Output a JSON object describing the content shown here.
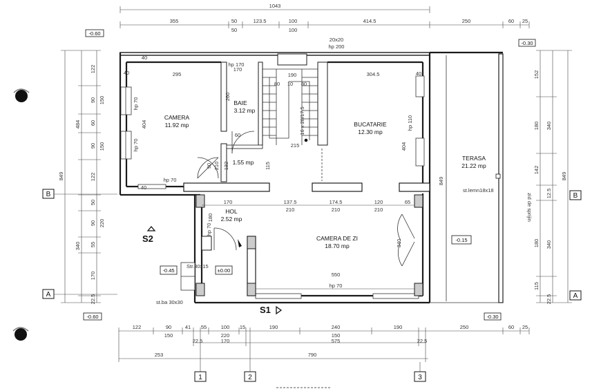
{
  "top_dims": {
    "total": "1043",
    "row1": [
      "355",
      "50",
      "123.5",
      "100",
      "414.5",
      "250",
      "60",
      "25"
    ],
    "row1b": [
      "50",
      "100"
    ]
  },
  "bottom_dims": {
    "row1": [
      "122",
      "90",
      "41",
      "55",
      "100",
      "15",
      "190",
      "240",
      "190",
      "250",
      "60",
      "25"
    ],
    "row1b": [
      "150",
      "220",
      "150"
    ],
    "row2": [
      "22.5",
      "170",
      "575",
      "22.5"
    ],
    "row3": [
      "253",
      "790"
    ]
  },
  "left_dims": {
    "total": "849",
    "outer": "484",
    "inner": [
      "122",
      "90",
      "60",
      "90",
      "122",
      "50",
      "90",
      "55",
      "170",
      "22.5"
    ],
    "mid": [
      "150",
      "150",
      "220",
      "340"
    ]
  },
  "right_dims": {
    "total": "849",
    "inner": [
      "152",
      "180",
      "142",
      "12.5",
      "180",
      "115",
      "22.5"
    ],
    "mid": [
      "340",
      "340"
    ]
  },
  "levels": {
    "top_left": "-0.60",
    "top_right": "-0.30",
    "bottom_left": "-0.60",
    "bottom_right": "-0.30",
    "terrace": "-0.15",
    "entry": "-0.45",
    "floor": "±0.00"
  },
  "axes": {
    "horizontal": [
      "A",
      "B"
    ],
    "vertical": [
      "1",
      "2",
      "3"
    ]
  },
  "sections": {
    "s1": "S1",
    "s2": "S2"
  },
  "rooms": [
    {
      "name": "CAMERA",
      "area": "11.92 mp"
    },
    {
      "name": "BAIE",
      "area": "3.12 mp"
    },
    {
      "name": "",
      "area": "1.55 mp"
    },
    {
      "name": "BUCATARIE",
      "area": "12.30 mp"
    },
    {
      "name": "TERASA",
      "area": "21.22 mp"
    },
    {
      "name": "HOL",
      "area": "2.52 mp"
    },
    {
      "name": "CAMERA DE ZI",
      "area": "18.70 mp"
    }
  ],
  "inner_labels": {
    "w295": "295",
    "w3045": "304.5",
    "w170": "170",
    "w190": "190",
    "w20x20": "20x20",
    "hp200": "hp 200",
    "hp170": "hp 170",
    "hp70a": "hp 70",
    "hp70b": "hp 70",
    "hp70c": "hp 70",
    "hp70d": "hp 70",
    "hp110": "hp 110",
    "w40a": "40",
    "w40b": "40",
    "w40c": "40",
    "w40d": "40",
    "w80a": "80",
    "w10": "10",
    "w80b": "80",
    "stair": "16 x 28/17.5",
    "w215": "215",
    "w260": "260",
    "w404a": "404",
    "w404b": "404",
    "w60": "60",
    "w90a": "90",
    "w210a": "210",
    "w132": "132",
    "w115": "115",
    "h170": "170",
    "h1375": "137.5",
    "h1745": "174.5",
    "h120": "120",
    "h65": "65",
    "h210a": "210",
    "h210b": "210",
    "h210c": "210",
    "v180": "180",
    "v340": "340",
    "w550": "550",
    "hp70e": "hp 70",
    "stalp": "st.lemn18x18",
    "stba": "st.ba 30x30",
    "stba2": "Str.30x15",
    "grab": "zid de sprijin",
    "w849b": "849"
  }
}
